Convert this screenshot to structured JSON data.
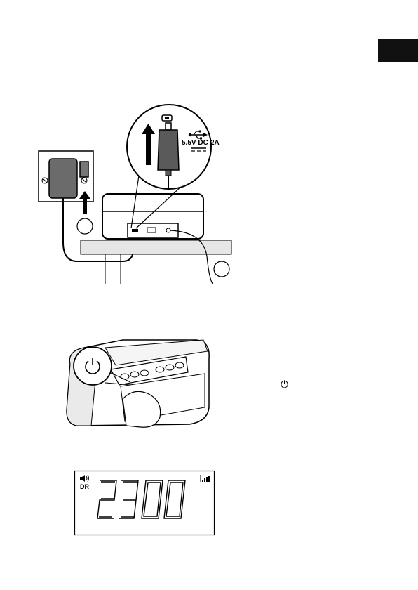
{
  "language_tab": {
    "color": "#111111"
  },
  "figure1": {
    "port_spec": {
      "voltage": "5.5V DC",
      "current": "2A"
    },
    "icons": [
      "usb-icon",
      "micro-usb-port-icon",
      "dc-symbol-icon"
    ],
    "callouts": [
      "",
      ""
    ]
  },
  "figure2": {
    "button": "power-icon"
  },
  "figure3": {
    "indicator_left": "DR",
    "time": "23:00",
    "icons": [
      "volume-icon",
      "signal-icon"
    ]
  },
  "side_text": {
    "power_symbol": "⏻"
  }
}
